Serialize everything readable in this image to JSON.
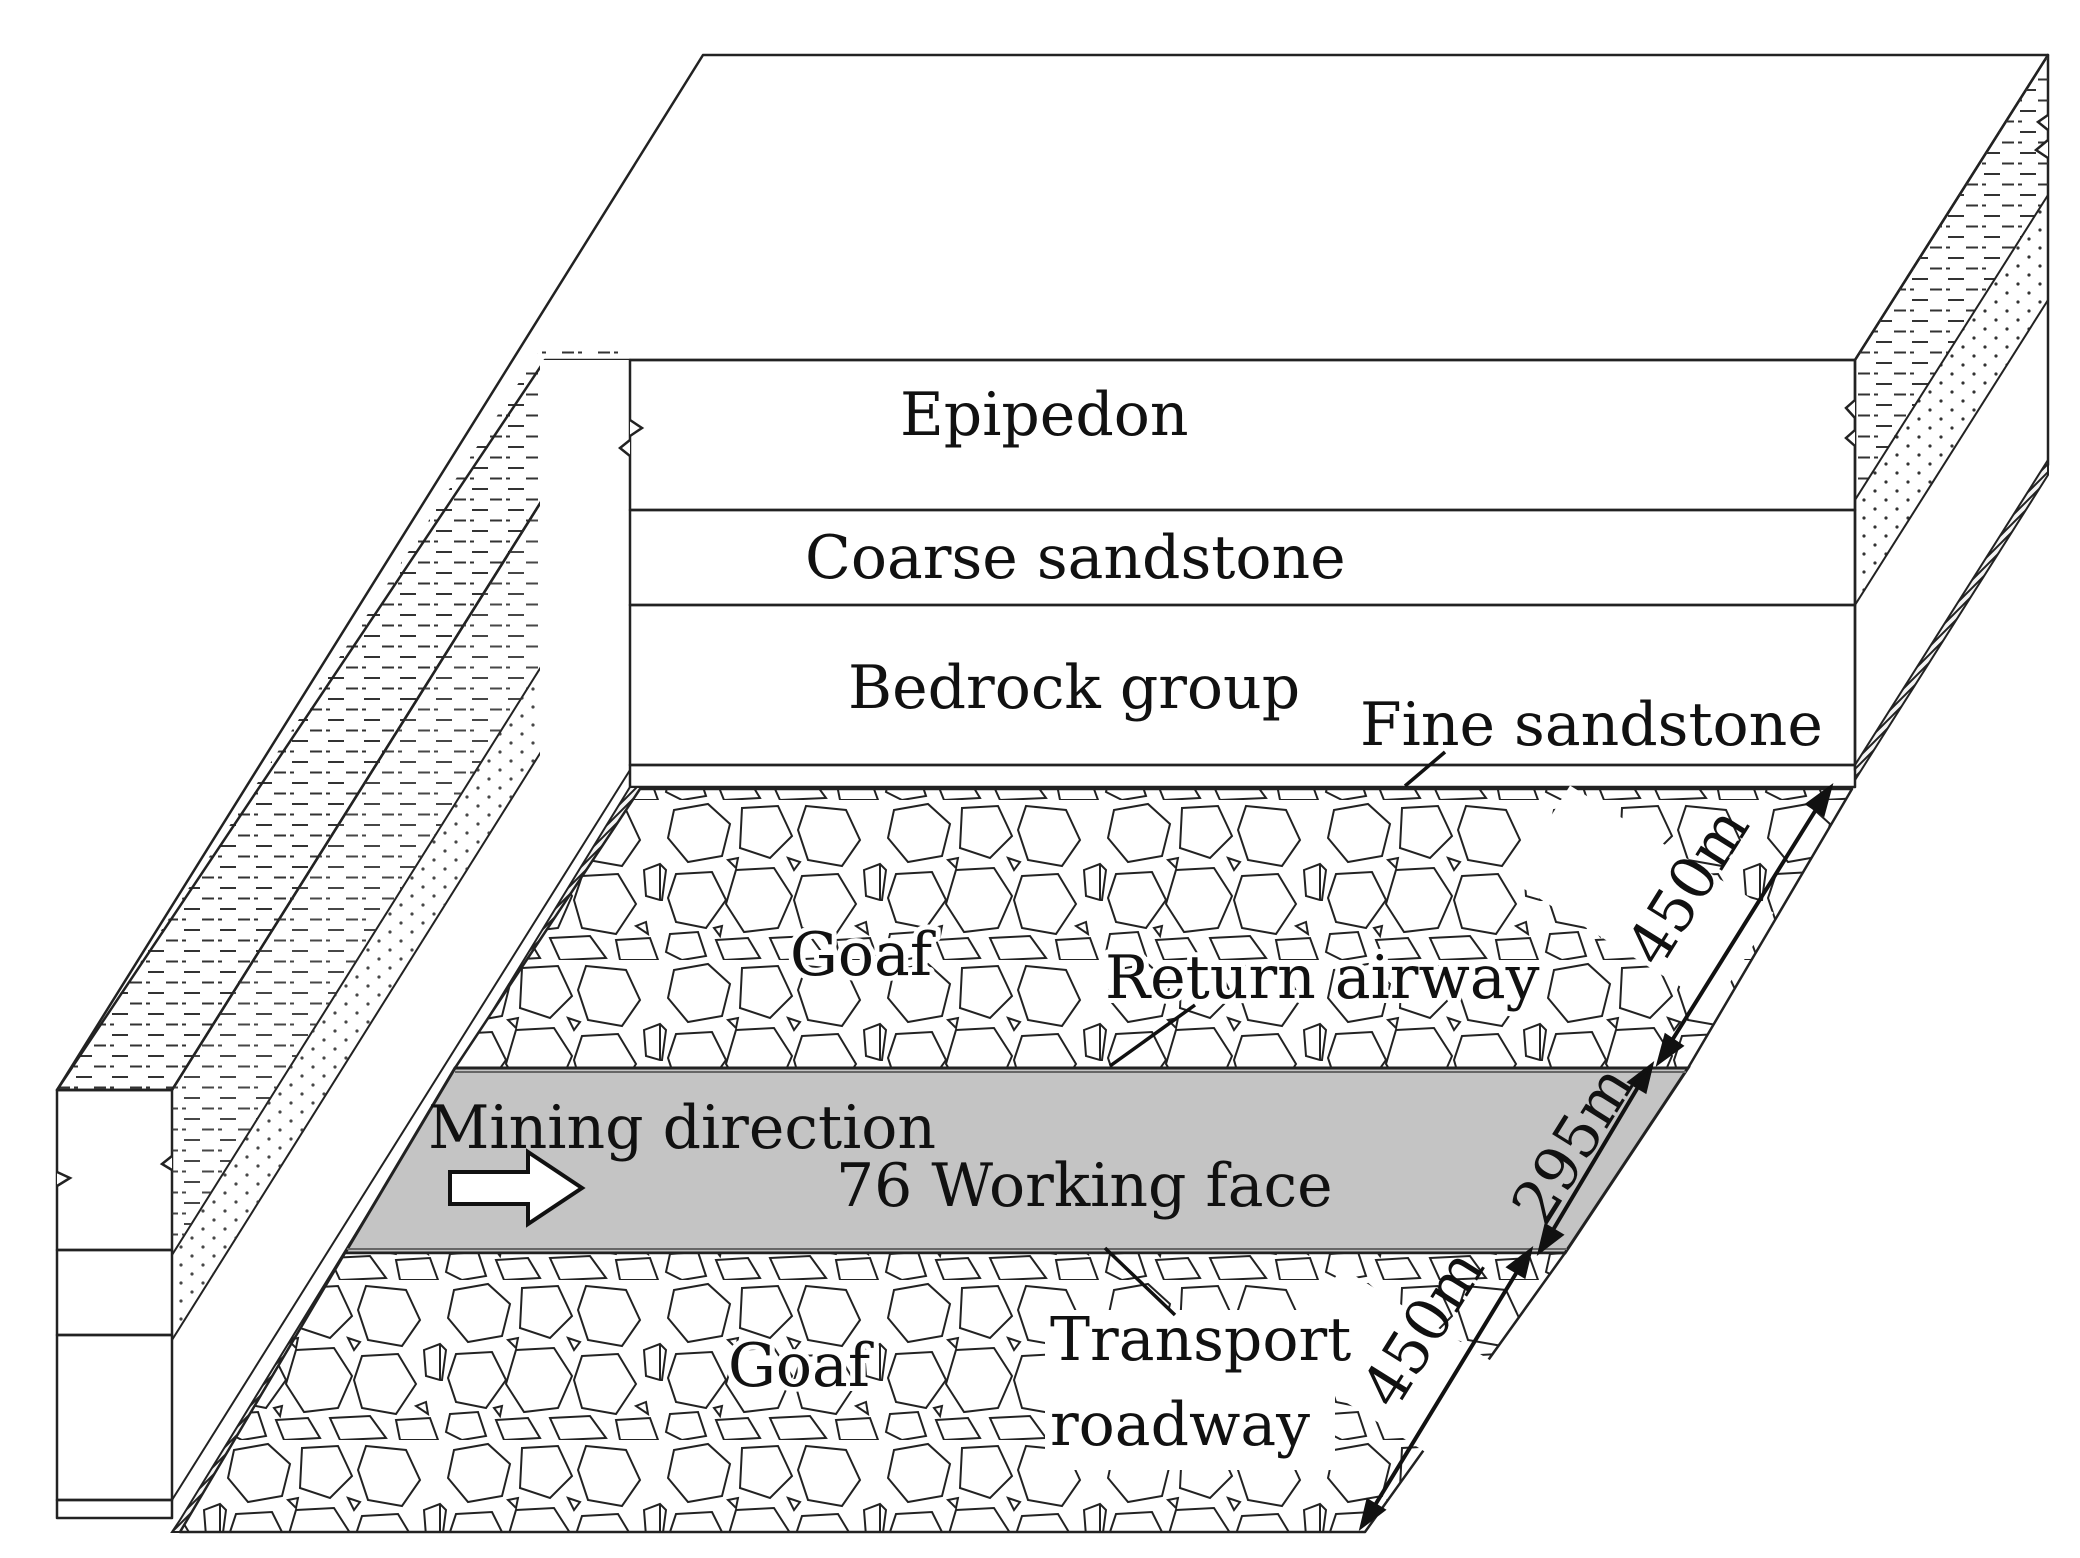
{
  "labels": {
    "epipedon": "Epipedon",
    "coarse_sandstone": "Coarse sandstone",
    "bedrock_group": "Bedrock group",
    "fine_sandstone": "Fine sandstone",
    "goaf_upper": "Goaf",
    "return_airway": "Return airway",
    "mining_direction": "Mining direction",
    "working_face": "76 Working face",
    "goaf_lower": "Goaf",
    "transport_line1": "Transport",
    "transport_line2": "roadway"
  },
  "dimensions": {
    "upper_goaf_width": "450m",
    "working_face_width": "295m",
    "lower_goaf_width": "450m"
  },
  "colors": {
    "working_face_fill": "#c4c4c4",
    "line": "#222222",
    "background": "#ffffff"
  }
}
